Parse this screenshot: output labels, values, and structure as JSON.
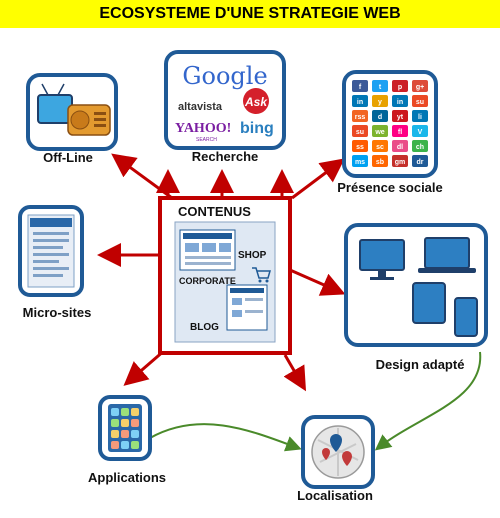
{
  "title": "ECOSYSTEME D'UNE STRATEGIE WEB",
  "center": {
    "label": "CONTENUS",
    "shop": "SHOP",
    "corporate": "CORPORATE",
    "blog": "BLOG"
  },
  "nodes": {
    "offline": "Off-Line",
    "recherche": "Recherche",
    "presence_sociale": "Présence sociale",
    "micro_sites": "Micro-sites",
    "design_adapte": "Design adapté",
    "applications": "Applications",
    "localisation": "Localisation"
  },
  "search_logos": {
    "google": "Google",
    "altavista": "altavista",
    "ask": "Ask",
    "yahoo": "YAHOO!",
    "yahoo_search": "SEARCH",
    "bing": "bing"
  },
  "social_icons": [
    "f",
    "t",
    "p",
    "g+",
    "in",
    "y",
    "in",
    "su",
    "rss",
    "d",
    "yt",
    "li",
    "su",
    "we",
    "fl",
    "V",
    "ss",
    "sc",
    "dl",
    "ch",
    "ms",
    "sb",
    "gm",
    "dr"
  ],
  "colors": {
    "arrow_red": "#c00000",
    "arrow_green": "#4a8a2a",
    "box_border": "#1f5a96",
    "banner": "#ffff00"
  },
  "icons": [
    "radio-tv-icon",
    "search-logos-icon",
    "social-grid-icon",
    "micro-site-icon",
    "devices-icon",
    "tablet-apps-icon",
    "map-pin-icon"
  ]
}
